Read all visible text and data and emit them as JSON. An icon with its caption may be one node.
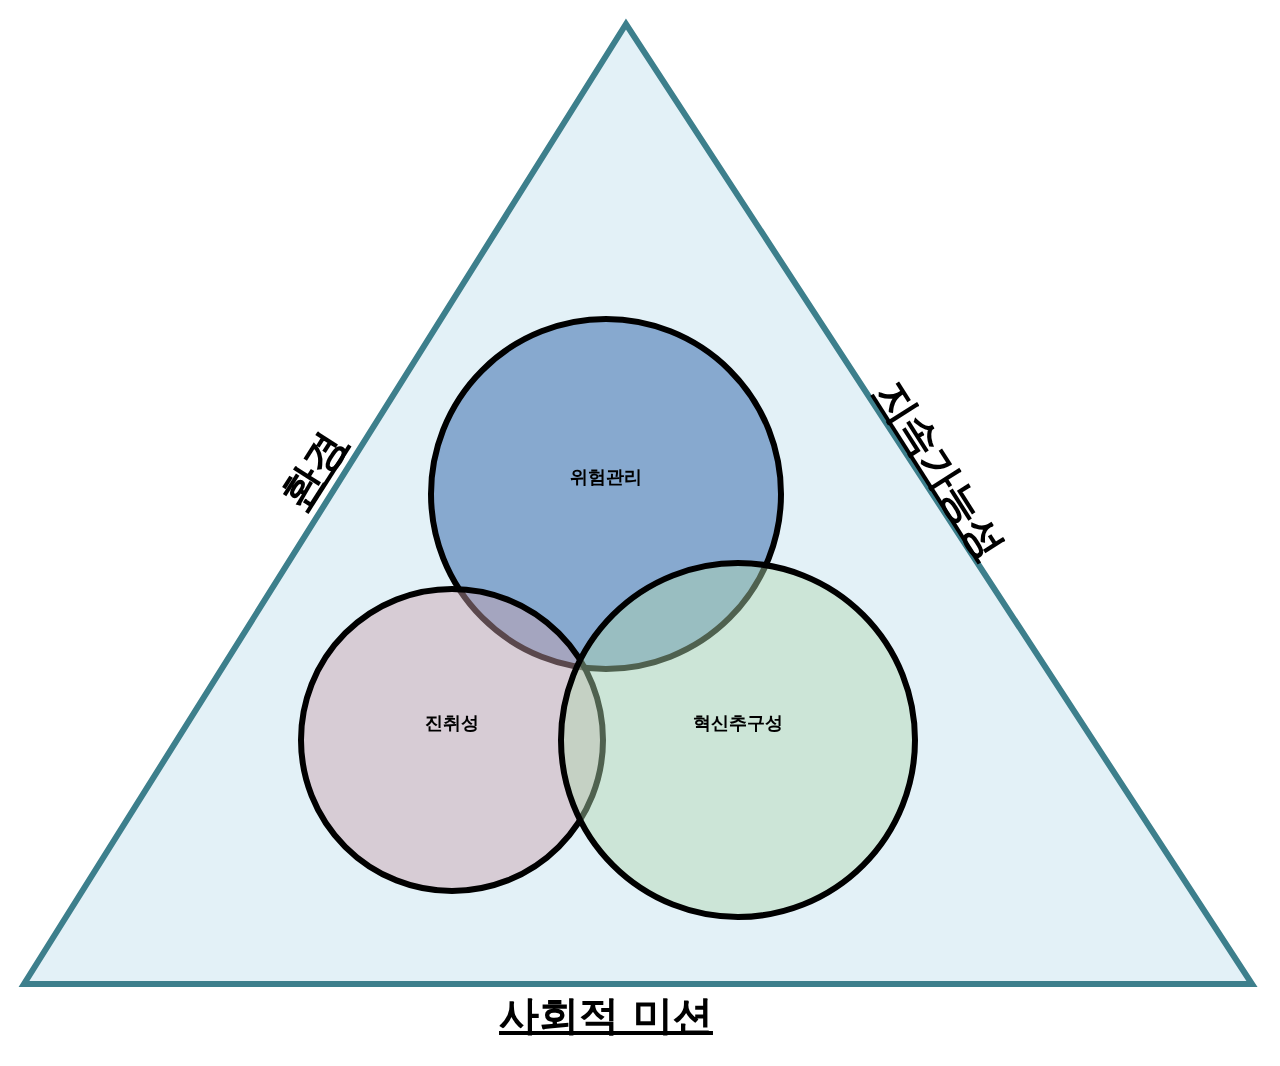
{
  "diagram": {
    "nodes": [
      {
        "text": [
          "환경",
          "지속가능성",
          "사회적 미션"
        ]
      },
      {
        "text": [
          "위험관리"
        ],
        "in": 0
      },
      {
        "text": [
          "진취성"
        ],
        "in": 0
      },
      {
        "text": [
          "혁신추구성"
        ],
        "in": 0
      }
    ]
  }
}
